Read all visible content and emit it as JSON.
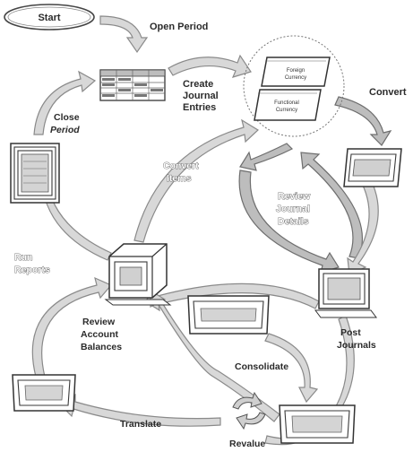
{
  "labels": {
    "start": "Start",
    "open_period": "Open Period",
    "create_journal_entries_1": "Create",
    "create_journal_entries_2": "Journal",
    "create_journal_entries_3": "Entries",
    "convert": "Convert",
    "close_period_1": "Close",
    "close_period_2": "Period",
    "convert_items_1": "Convert",
    "convert_items_2": "Items",
    "review_journal_details_1": "Review",
    "review_journal_details_2": "Journal",
    "review_journal_details_3": "Details",
    "run_reports_1": "Run",
    "run_reports_2": "Reports",
    "review_account_balances_1": "Review",
    "review_account_balances_2": "Account",
    "review_account_balances_3": "Balances",
    "post_journals_1": "Post",
    "post_journals_2": "Journals",
    "consolidate": "Consolidate",
    "translate": "Translate",
    "revalue": "Revalue",
    "foreign_currency_1": "Foreign",
    "foreign_currency_2": "Currency",
    "functional_currency_1": "Functional",
    "functional_currency_2": "Currency"
  },
  "colors": {
    "arrow_fill": "#d8d8d8",
    "arrow_stroke": "#8a8a8a",
    "line": "#333333"
  }
}
